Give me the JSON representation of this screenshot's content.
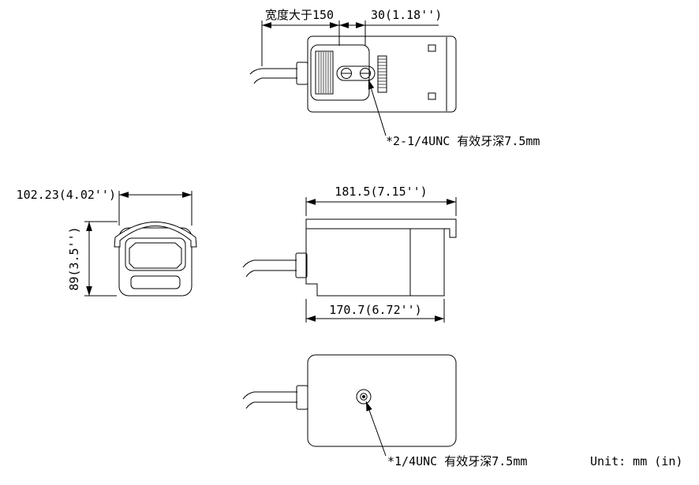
{
  "colors": {
    "line": "#000000",
    "background": "#ffffff",
    "text": "#000000"
  },
  "unit_note": "Unit: mm (in)",
  "top_view": {
    "clearance_label": "宽度大于150",
    "offset_label": "30(1.18'')",
    "thread_note": "*2-1/4UNC 有效牙深7.5mm"
  },
  "front_view": {
    "width_label": "102.23(4.02'')",
    "height_label": "89(3.5'')"
  },
  "side_view": {
    "overall_length_label": "181.5(7.15'')",
    "body_length_label": "170.7(6.72'')"
  },
  "bottom_view": {
    "thread_note": "*1/4UNC 有效牙深7.5mm"
  }
}
